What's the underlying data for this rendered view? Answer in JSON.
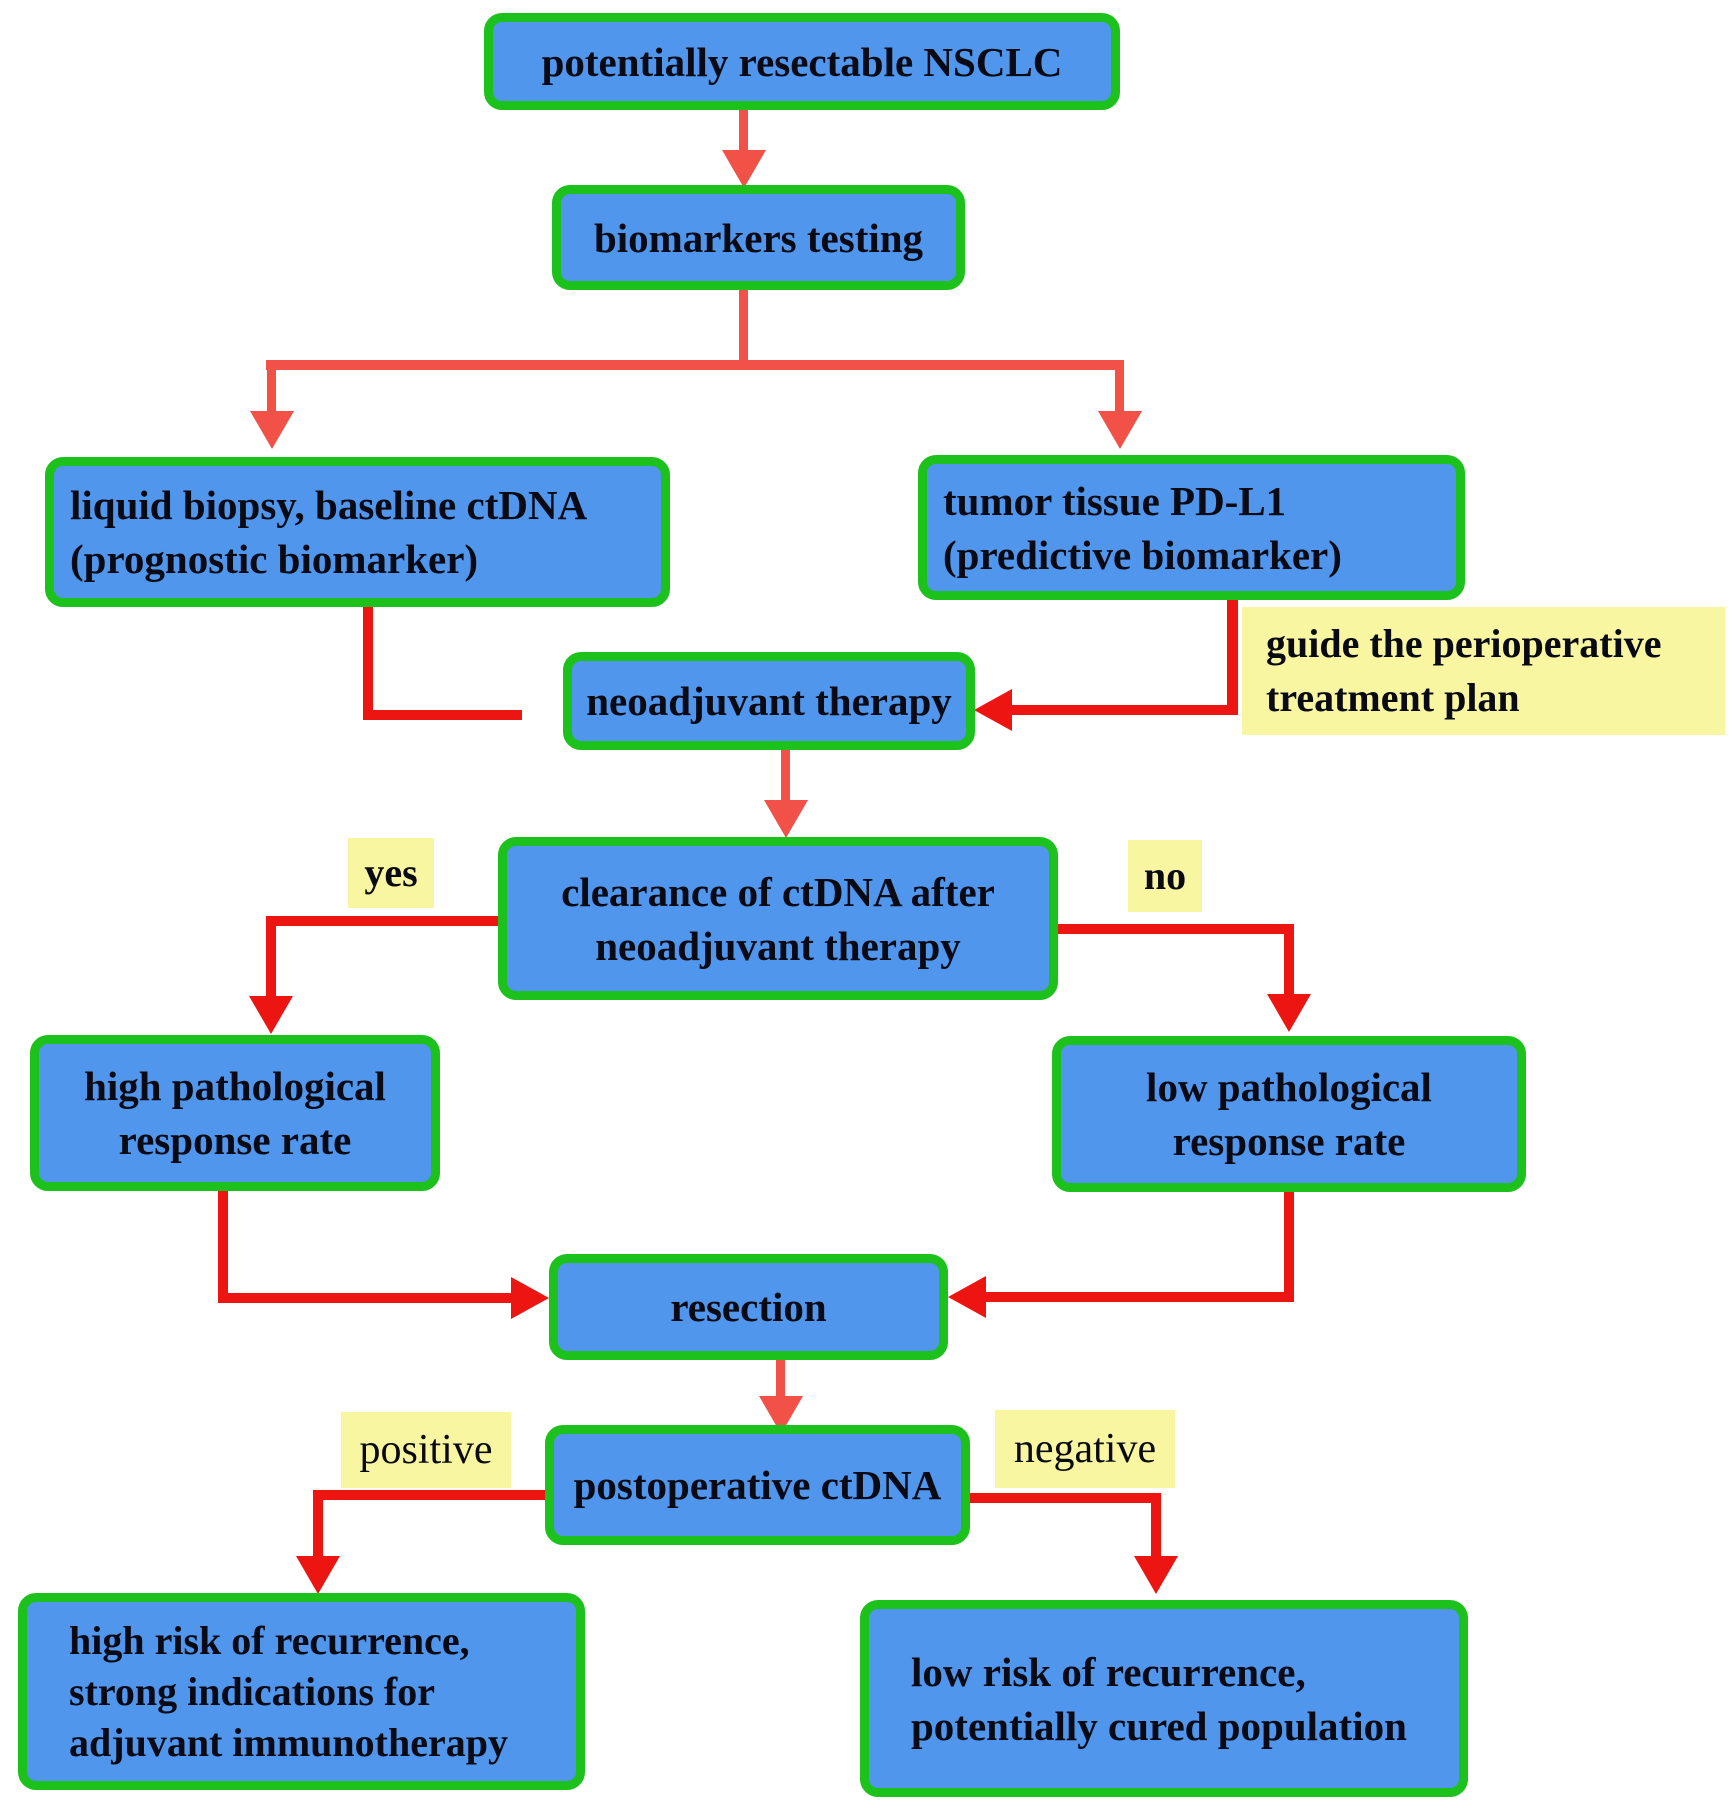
{
  "diagram": {
    "nodes": {
      "nsclc": {
        "lines": [
          "potentially resectable NSCLC"
        ]
      },
      "biomarkers": {
        "lines": [
          "biomarkers testing"
        ]
      },
      "liquid": {
        "lines": [
          "liquid biopsy, baseline ctDNA",
          "(prognostic biomarker)"
        ]
      },
      "pdl1": {
        "lines": [
          "tumor tissue PD-L1",
          "(predictive biomarker)"
        ]
      },
      "neoadjuvant": {
        "lines": [
          "neoadjuvant therapy"
        ]
      },
      "clearance": {
        "lines": [
          "clearance of ctDNA after",
          "neoadjuvant therapy"
        ]
      },
      "high_path": {
        "lines": [
          "high pathological",
          "response rate"
        ]
      },
      "low_path": {
        "lines": [
          "low pathological",
          "response rate"
        ]
      },
      "resection": {
        "lines": [
          "resection"
        ]
      },
      "postop": {
        "lines": [
          "postoperative ctDNA"
        ]
      },
      "high_risk": {
        "lines": [
          "high risk of recurrence,",
          "strong indications for",
          "adjuvant immunotherapy"
        ]
      },
      "low_risk": {
        "lines": [
          "low risk of recurrence,",
          "potentially cured population"
        ]
      }
    },
    "labels": {
      "guide": {
        "lines": [
          "guide the perioperative",
          "treatment plan"
        ]
      },
      "yes": "yes",
      "no": "no",
      "positive": "positive",
      "negative": "negative"
    },
    "edges": [
      {
        "from": "potentially resectable NSCLC",
        "to": "biomarkers testing",
        "label": ""
      },
      {
        "from": "biomarkers testing",
        "to": "liquid biopsy, baseline ctDNA (prognostic biomarker)",
        "label": ""
      },
      {
        "from": "biomarkers testing",
        "to": "tumor tissue PD-L1 (predictive biomarker)",
        "label": ""
      },
      {
        "from": "liquid biopsy, baseline ctDNA (prognostic biomarker)",
        "to": "neoadjuvant therapy",
        "label": ""
      },
      {
        "from": "tumor tissue PD-L1 (predictive biomarker)",
        "to": "neoadjuvant therapy",
        "label": "guide the perioperative treatment plan"
      },
      {
        "from": "neoadjuvant therapy",
        "to": "clearance of ctDNA after neoadjuvant therapy",
        "label": ""
      },
      {
        "from": "clearance of ctDNA after neoadjuvant therapy",
        "to": "high pathological response rate",
        "label": "yes"
      },
      {
        "from": "clearance of ctDNA after neoadjuvant therapy",
        "to": "low pathological response rate",
        "label": "no"
      },
      {
        "from": "high pathological response rate",
        "to": "resection",
        "label": ""
      },
      {
        "from": "low pathological response rate",
        "to": "resection",
        "label": ""
      },
      {
        "from": "resection",
        "to": "postoperative ctDNA",
        "label": ""
      },
      {
        "from": "postoperative ctDNA",
        "to": "high risk of recurrence, strong indications for adjuvant immunotherapy",
        "label": "positive"
      },
      {
        "from": "postoperative ctDNA",
        "to": "low risk of recurrence, potentially cured population",
        "label": "negative"
      }
    ],
    "colors": {
      "box_fill": "#5096ec",
      "box_border": "#1cc11c",
      "arrow_red": "#ec1511",
      "arrow_red_soft": "#f25148",
      "label_yellow": "#f9f6a2",
      "text": "#0a0a14"
    }
  }
}
